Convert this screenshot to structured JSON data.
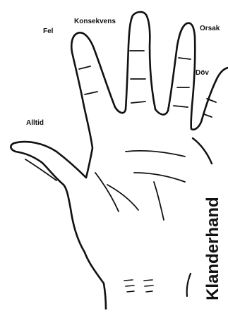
{
  "labels": {
    "fel": "Fel",
    "konsekvens": "Konsekvens",
    "orsak": "Orsak",
    "dov": "Döv",
    "alltid": "Alltid"
  },
  "title": "Klanderhand",
  "illustration": {
    "subject": "open-right-hand-palm",
    "stroke_color": "#111111",
    "background_color": "#ffffff"
  }
}
